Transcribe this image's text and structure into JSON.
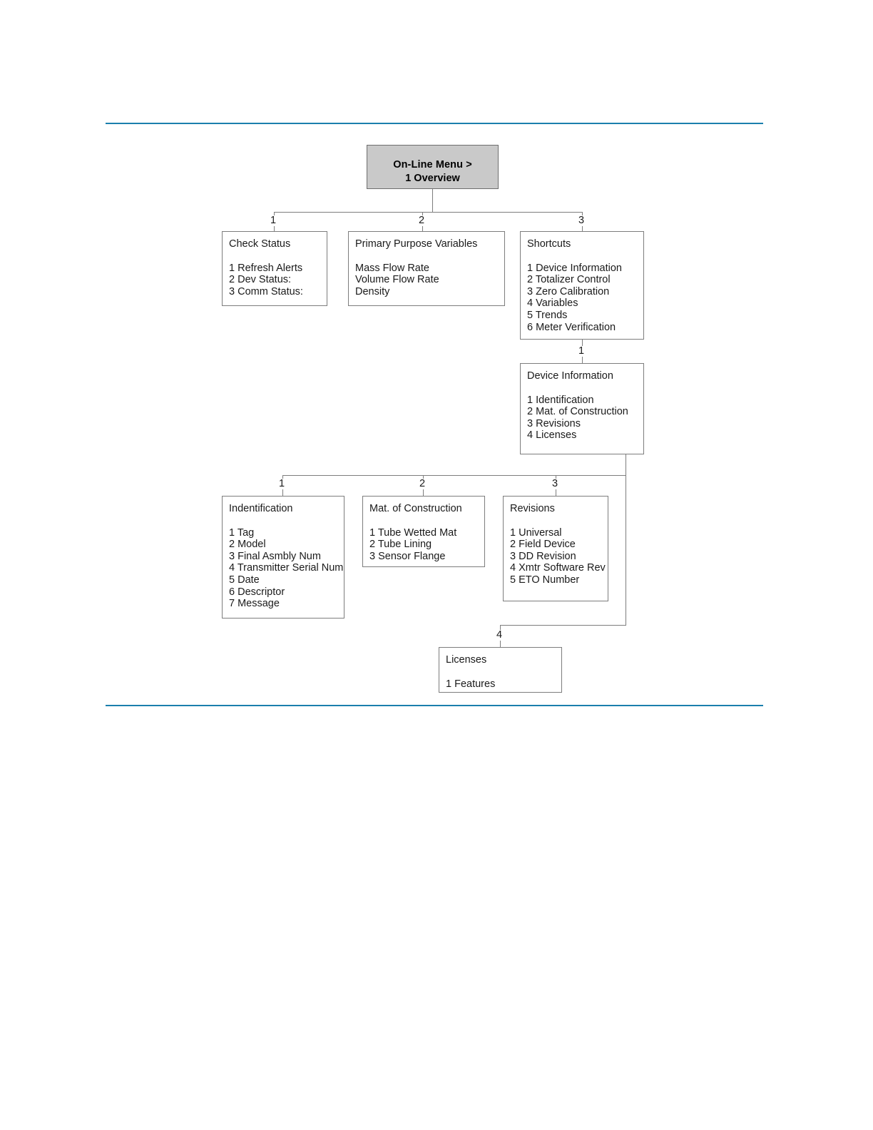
{
  "page": {
    "rule_color": "#1b7fad",
    "box_border_color": "#7d7d7d",
    "root_fill_color": "#c9c9c9"
  },
  "diagram": {
    "root": {
      "line1": "On-Line Menu >",
      "line2": "1 Overview"
    },
    "nodes": {
      "check_status": {
        "title": "Check Status",
        "items": [
          "1 Refresh Alerts",
          "2 Dev Status:",
          "3 Comm Status:"
        ]
      },
      "primary_purpose_variables": {
        "title": "Primary Purpose Variables",
        "items": [
          "Mass Flow Rate",
          "Volume Flow Rate",
          "Density"
        ]
      },
      "shortcuts": {
        "title": "Shortcuts",
        "items": [
          "1 Device Information",
          "2 Totalizer Control",
          "3 Zero Calibration",
          "4 Variables",
          "5 Trends",
          "6 Meter Verification"
        ]
      },
      "device_information": {
        "title": "Device Information",
        "items": [
          "1 Identification",
          "2 Mat. of Construction",
          "3 Revisions",
          "4 Licenses"
        ]
      },
      "identification": {
        "title": "Indentification",
        "items": [
          "1 Tag",
          "2 Model",
          "3 Final Asmbly Num",
          "4 Transmitter Serial Num",
          "5 Date",
          "6 Descriptor",
          "7 Message"
        ]
      },
      "mat_of_construction": {
        "title": "Mat. of Construction",
        "items": [
          "1 Tube Wetted Mat",
          "2 Tube Lining",
          "3 Sensor Flange"
        ]
      },
      "revisions": {
        "title": "Revisions",
        "items": [
          "1 Universal",
          "2 Field Device",
          "3 DD Revision",
          "4 Xmtr Software Rev",
          "5 ETO Number"
        ]
      },
      "licenses": {
        "title": "Licenses",
        "items": [
          "1 Features"
        ]
      }
    },
    "edge_labels": {
      "root_to_check_status": "1",
      "root_to_primary_purpose_variables": "2",
      "root_to_shortcuts": "3",
      "shortcuts_to_device_information": "1",
      "device_to_identification": "1",
      "device_to_mat_of_construction": "2",
      "device_to_revisions": "3",
      "device_to_licenses": "4"
    }
  }
}
